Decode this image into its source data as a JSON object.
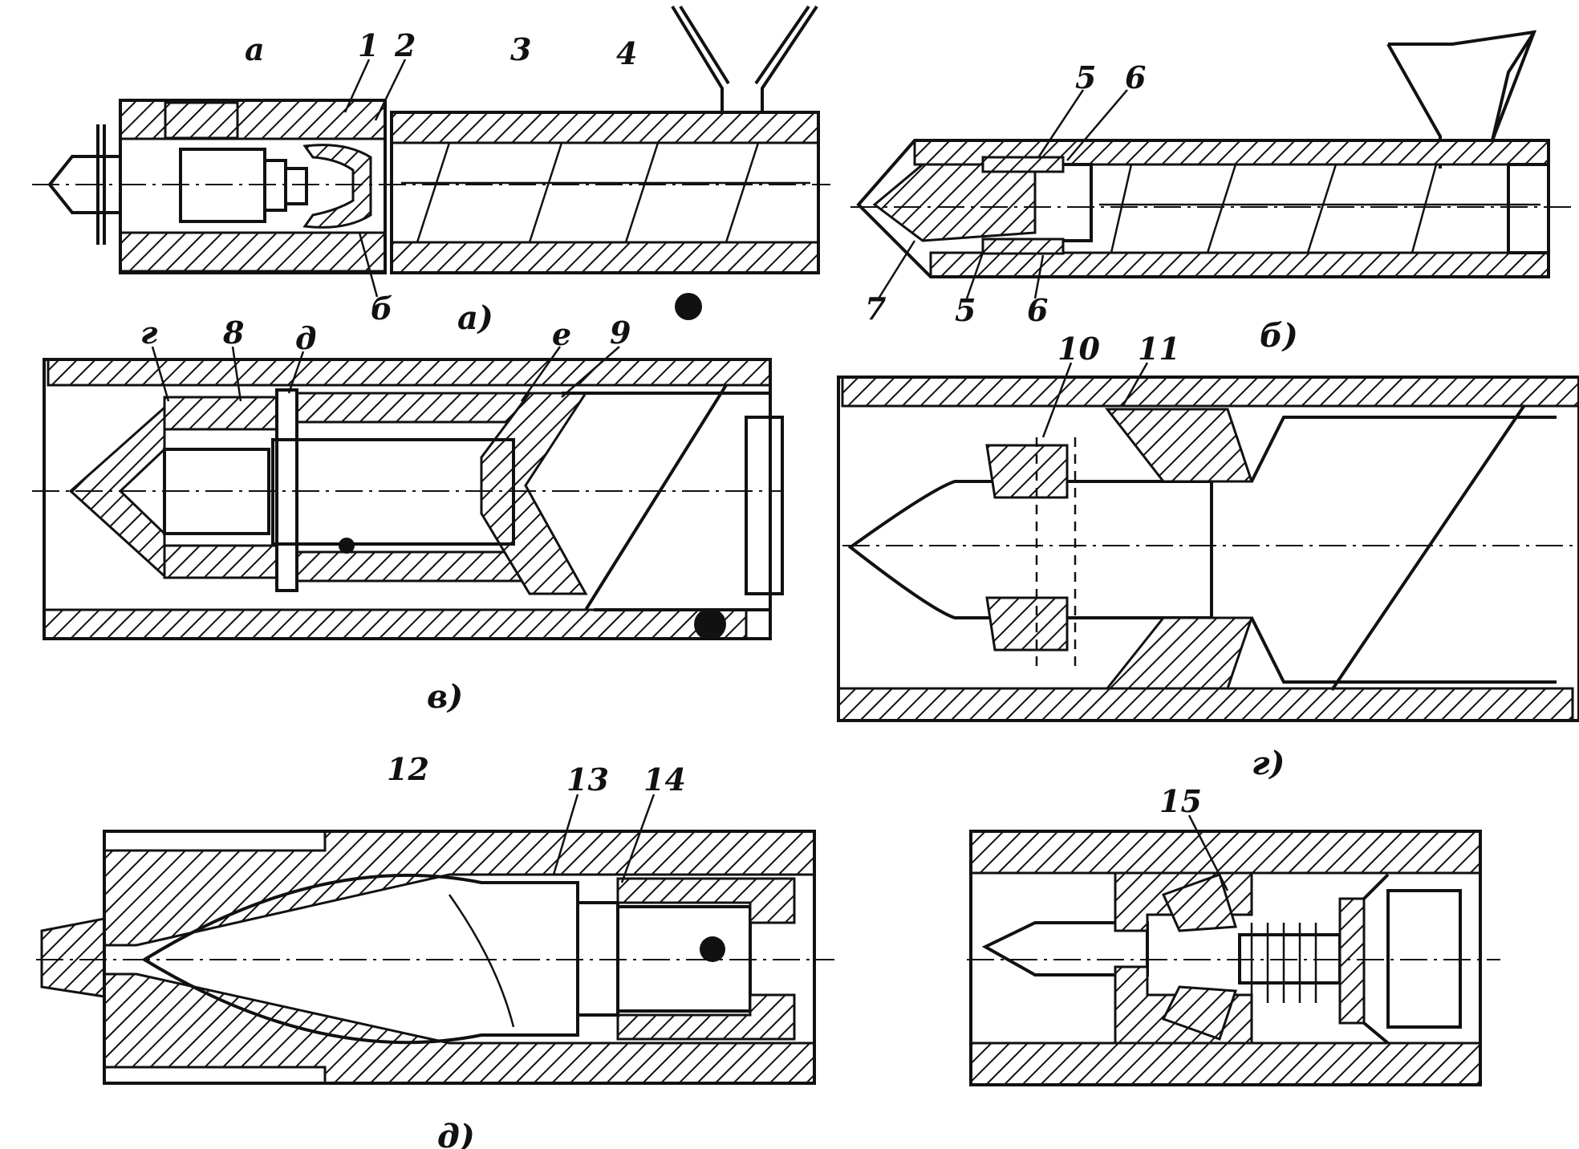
{
  "figures": [
    {
      "id": "a",
      "caption": "а)",
      "labels": [
        "a",
        "1",
        "2",
        "3",
        "4",
        "б"
      ]
    },
    {
      "id": "b",
      "caption": "б)",
      "labels": [
        "5",
        "6",
        "7",
        "5",
        "6"
      ]
    },
    {
      "id": "v",
      "caption": "в)",
      "labels": [
        "г",
        "8",
        "д",
        "е",
        "9"
      ]
    },
    {
      "id": "g",
      "caption": "г)",
      "labels": [
        "10",
        "11"
      ]
    },
    {
      "id": "d",
      "caption": "д)",
      "labels": [
        "12",
        "13",
        "14",
        "15"
      ]
    }
  ]
}
